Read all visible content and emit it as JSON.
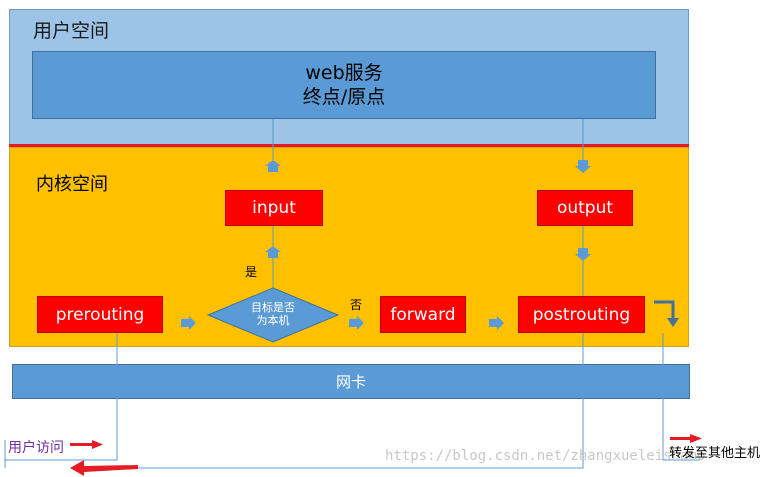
{
  "user_space": {
    "title": "用户空间"
  },
  "web_service": {
    "line1": "web服务",
    "line2": "终点/原点"
  },
  "kernel_space": {
    "title": "内核空间"
  },
  "nodes": {
    "input": "input",
    "output": "output",
    "prerouting": "prerouting",
    "forward": "forward",
    "postrouting": "postrouting"
  },
  "decision": {
    "line1": "目标是否",
    "line2": "为本机",
    "yes": "是",
    "no": "否"
  },
  "nic": {
    "label": "网卡"
  },
  "external": {
    "user_access": "用户访问",
    "forward_other": "转发至其他主机"
  },
  "watermark": "https://blog.csdn.net/zhangxueleishamo",
  "colors": {
    "user_space": "#9dc3e6",
    "web_box": "#5b9bd5",
    "kernel": "#ffc000",
    "node": "#ff0000",
    "decision": "#5b9bd5",
    "divider": "#e51c23",
    "arrow": "#5b9bd5",
    "external_arrow": "#e51c23"
  }
}
